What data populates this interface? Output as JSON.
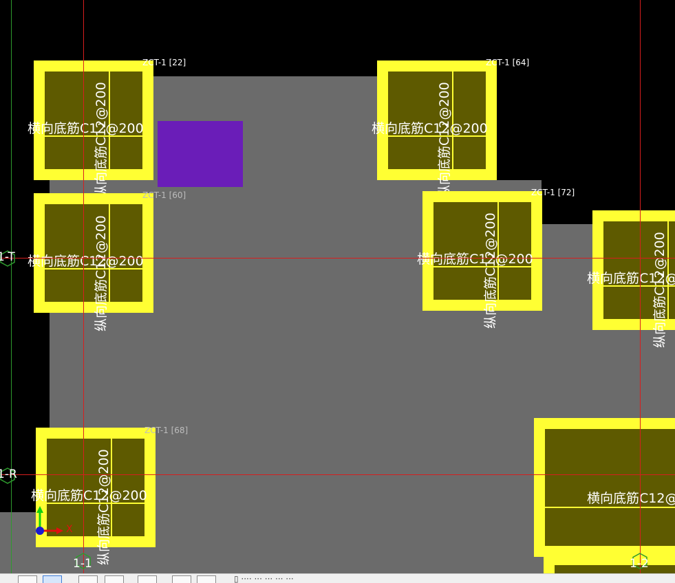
{
  "rebar": {
    "transverse": "横向底筋C12@200",
    "longitudinal": "纵向底筋C12@200"
  },
  "footings": {
    "f22": "ZCT-1 [22]",
    "f64": "ZCT-1 [64]",
    "f60": "ZCT-1 [60]",
    "f72": "ZCT-1 [72]",
    "f68": "ZCT-1 [68]"
  },
  "grid_axes": {
    "t": "1-T",
    "r": "1-R",
    "c1": "1-1",
    "c2": "1-2"
  },
  "colors": {
    "background": "#000000",
    "slab": "#6b6b6b",
    "footing_border": "#ffff33",
    "footing_fill": "#5e5a00",
    "axis_line": "#d81e1e",
    "column": "#6a1db8",
    "ucs_x": "#e01010",
    "ucs_y": "#10d010"
  },
  "icons": {
    "ucs": "ucs-axis-icon",
    "grid_bubble": "hexagon-icon"
  },
  "toolbar": {
    "status_text": "▯ ···· ··· ··· ··· ···"
  },
  "ucs": {
    "x_label": "X"
  }
}
